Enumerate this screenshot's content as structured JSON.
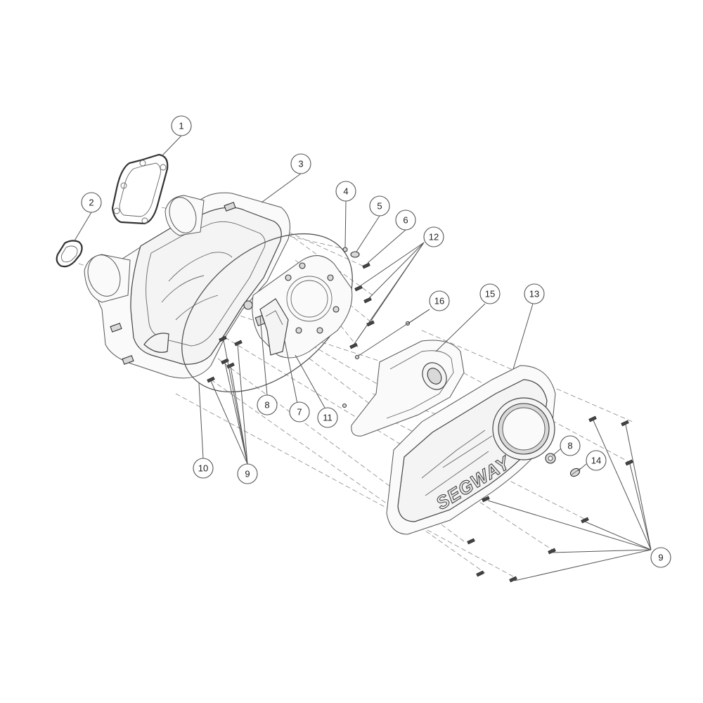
{
  "diagram": {
    "logo": "SEGWAY",
    "callouts": {
      "c1": "1",
      "c2": "2",
      "c3": "3",
      "c4": "4",
      "c5": "5",
      "c6": "6",
      "c7": "7",
      "c8a": "8",
      "c8b": "8",
      "c9a": "9",
      "c9b": "9",
      "c10": "10",
      "c11": "11",
      "c12": "12",
      "c13": "13",
      "c14": "14",
      "c15": "15",
      "c16": "16"
    }
  }
}
